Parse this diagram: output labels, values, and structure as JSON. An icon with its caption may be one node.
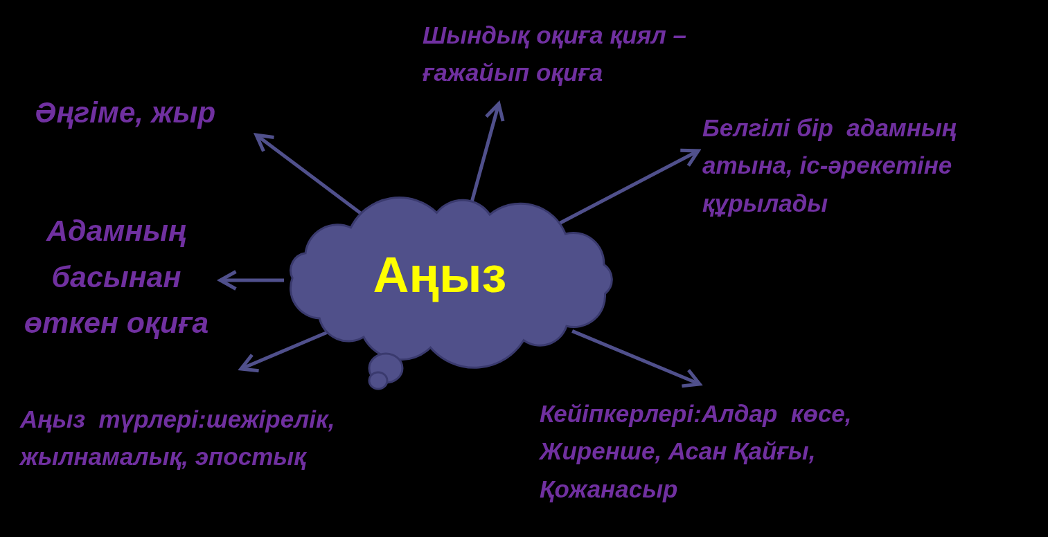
{
  "diagram": {
    "nodes": [
      {
        "text": [
          "Аңыз"
        ]
      },
      {
        "text": [
          "Шындық оқиға қиял – ғажайып оқиға"
        ]
      },
      {
        "text": [
          "Әңгіме, жыр"
        ]
      },
      {
        "text": [
          "Белгілі бір  адамның атына, іс-әрекетіне құрылады"
        ]
      },
      {
        "text": [
          "Адамның басынан өткен оқиға"
        ]
      },
      {
        "text": [
          "Аңыз  түрлері:шежірелік, жылнамалық, эпостық"
        ]
      },
      {
        "text": [
          "Кейіпкерлері:Алдар  көсе, Жиренше, Асан Қайғы, Қожанасыр"
        ]
      }
    ],
    "edges": [
      {
        "from": 0,
        "to": 1,
        "arrow": "to"
      },
      {
        "from": 0,
        "to": 2,
        "arrow": "to"
      },
      {
        "from": 0,
        "to": 3,
        "arrow": "to"
      },
      {
        "from": 0,
        "to": 4,
        "arrow": "to"
      },
      {
        "from": 0,
        "to": 5,
        "arrow": "to"
      },
      {
        "from": 0,
        "to": 6,
        "arrow": "to"
      }
    ]
  }
}
